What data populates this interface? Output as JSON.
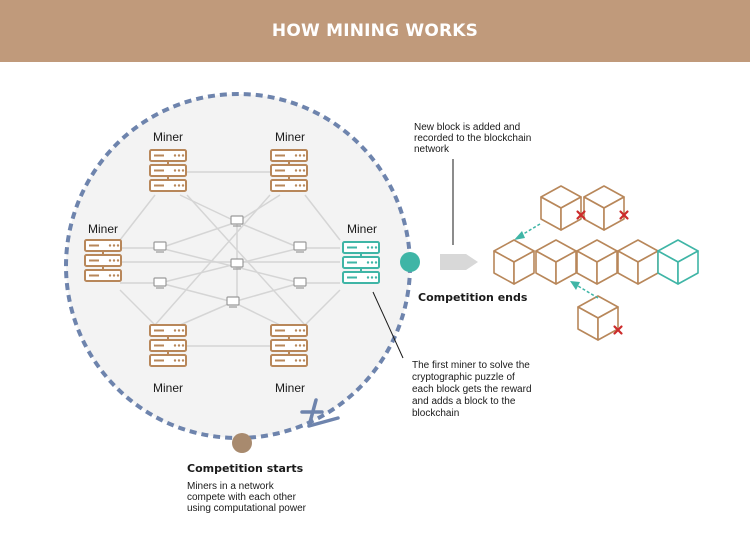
{
  "header": {
    "title": "HOW MINING WORKS"
  },
  "miners": {
    "label": "Miner"
  },
  "competition_start": {
    "title": "Competition starts",
    "desc": [
      "Miners in a network",
      "compete with each other",
      "using computational power"
    ]
  },
  "competition_end": {
    "title": "Competition ends"
  },
  "notes": {
    "new_block": [
      "New block is added and",
      "recorded to the blockchain",
      "network"
    ],
    "first_miner": [
      "The first miner to solve the",
      "cryptographic puzzle of",
      "each block gets the reward",
      "and adds a block to the",
      "blockchain"
    ]
  },
  "colors": {
    "header_bg": "#c09a7b",
    "brown": "#b8875a",
    "teal": "#3fb5a6",
    "dashed_circle": "#6e84ad",
    "rejected_x": "#cc2b2b"
  }
}
